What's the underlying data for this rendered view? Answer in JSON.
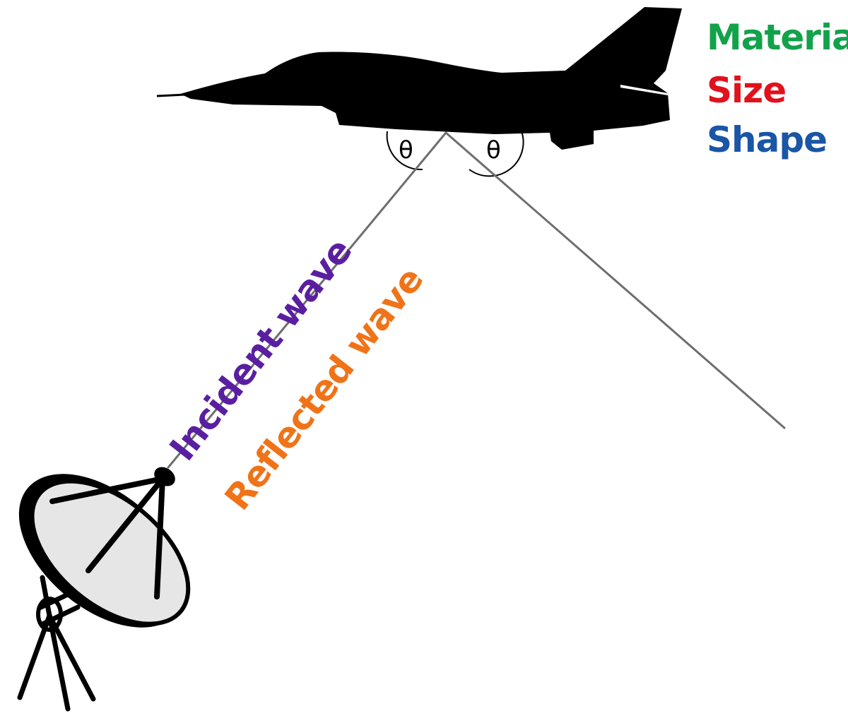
{
  "properties": {
    "material": {
      "label": "Material",
      "color": "#12a24a"
    },
    "size": {
      "label": "Size",
      "color": "#e0121c"
    },
    "shape": {
      "label": "Shape",
      "color": "#1a55a6"
    }
  },
  "waves": {
    "incident": {
      "label": "Incident wave",
      "color": "#5a1fa0"
    },
    "reflected": {
      "label": "Reflected wave",
      "color": "#f07318"
    }
  },
  "angles": {
    "left": "θ",
    "right": "θ"
  },
  "colors": {
    "silhouette": "#000000",
    "ray": "#6e6e6e",
    "dish": "#e6e6e6"
  },
  "icons": {
    "aircraft": "fighter-jet-icon",
    "antenna": "radar-dish-icon"
  }
}
